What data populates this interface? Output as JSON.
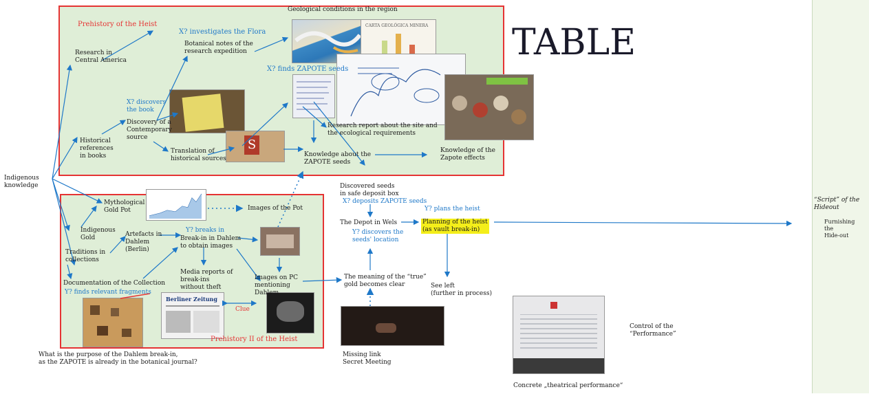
{
  "colors": {
    "panel_bg": "#dfeed7",
    "panel_border": "#e53333",
    "blue": "#1e78c8",
    "highlight": "#f4ee1a",
    "side_panel": "#f0f6e9"
  },
  "title": "TABLE",
  "panels": {
    "prehistory1": "Prehistory of the Heist",
    "prehistory2": "Prehistory II of the Heist"
  },
  "nodes": {
    "geo": "Geological conditions in the region",
    "research_ca_1": "Research in",
    "research_ca_2": "Central America",
    "x_flora": "X? investigates the Flora",
    "botanical_1": "Botanical notes of the",
    "botanical_2": "research expedition",
    "x_zapote": "X? finds ZAPOTE seeds",
    "x_discovers_1": "X? discovers",
    "x_discovers_2": "the book",
    "discovery_1": "Discovery of a",
    "discovery_2": "Contemporary",
    "discovery_3": "source",
    "hist_1": "Historical",
    "hist_2": "references",
    "hist_3": "in books",
    "translation_1": "Translation of",
    "translation_2": "historical sources",
    "report_1": "Research report about the site and",
    "report_2": "the ecological requirements",
    "knowledge_1": "Knowledge about the",
    "knowledge_2": "ZAPOTE seeds",
    "effects_1": "Knowledge of the",
    "effects_2": "Zapote effects",
    "indigenous_1": "Indigenous",
    "indigenous_2": "knowledge",
    "seeds_1": "Discovered seeds",
    "seeds_2": "in safe deposit box",
    "x_deposits": "X? deposits ZAPOTE seeds",
    "y_plans": "Y? plans the heist",
    "depot": "The Depot in Wels",
    "planning_1": "Planning of the heist",
    "planning_2": "(as vault break-in)",
    "y_discovers_1": "Y? discovers the",
    "y_discovers_2": "seeds' location",
    "mytho_1": "Mythological",
    "mytho_2": "Gold Pot",
    "images_pot": "Images of the Pot",
    "indig_gold_1": "Indigenous",
    "indig_gold_2": "Gold",
    "artefacts_1": "Artefacts in",
    "artefacts_2": "Dahlem",
    "artefacts_3": "(Berlin)",
    "y_breaks": "Y? breaks in",
    "breakin_1": "Break-in in Dahlem",
    "breakin_2": "to obtain images",
    "traditions_1": "Traditions in",
    "traditions_2": "collections",
    "media_1": "Media reports of",
    "media_2": "break-ins",
    "media_3": "without theft",
    "doc": "Documentation of the Collection",
    "y_fragments": "Y? finds relevant fragments",
    "images_pc_1": "Images on PC",
    "images_pc_2": "mentioning",
    "images_pc_3": "Dahlem",
    "meaning_1": "The meaning of the “true”",
    "meaning_2": "gold becomes clear",
    "see_left_1": "See left",
    "see_left_2": "(further in process)",
    "clue": "Clue",
    "question_1": "What is the purpose of the Dahlem break-in,",
    "question_2": "as the ZAPOTE is already in the botanical journal?",
    "missing_1": "Missing link",
    "missing_2": "Secret Meeting",
    "control_1": "Control of the",
    "control_2": "“Performance”",
    "concrete": "Concrete „theatrical performance“"
  },
  "side": {
    "script_1": "“Script” of the",
    "script_2": "Hideout",
    "furnishing_1": "Furnishing",
    "furnishing_2": "the",
    "furnishing_3": "Hide-out"
  },
  "photo_text": {
    "newspaper_masthead": "Berliner Zeitung",
    "map_label": "CARTA GEOLÓGICA MINERA"
  }
}
